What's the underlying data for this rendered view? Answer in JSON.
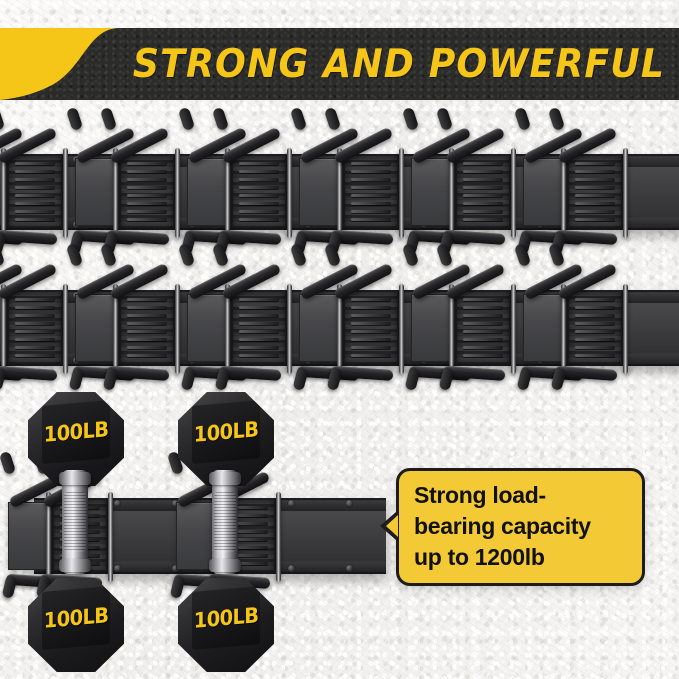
{
  "banner": {
    "title": "STRONG AND POWERFUL",
    "dark_color": "#2b2b29",
    "accent_color": "#f5c518"
  },
  "callout": {
    "text": "Strong load-\nbearing capacity\nup to 1200lb",
    "background_color": "#f3c935",
    "border_color": "#1c1c1c",
    "text_color": "#111111"
  },
  "racks": [
    {
      "name": "top-rack-rail",
      "hook_pairs": 6
    },
    {
      "name": "middle-rack-rail",
      "hook_pairs": 6
    },
    {
      "name": "bottom-rack-rail",
      "hook_pairs": 2
    }
  ],
  "dumbbells": [
    {
      "position": "upper-left",
      "label": "100LB"
    },
    {
      "position": "upper-right",
      "label": "100LB"
    },
    {
      "position": "lower-left",
      "label": "100LB"
    },
    {
      "position": "lower-right",
      "label": "100LB"
    }
  ],
  "colors": {
    "wall": "#f4f3f1",
    "rack_metal": "#3d3d3f",
    "hook_black": "#1a1a1c",
    "chrome": "#d6d6d8"
  }
}
